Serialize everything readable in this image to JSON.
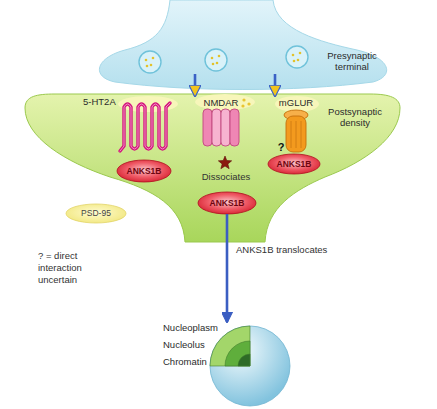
{
  "diagram": {
    "nodes": [
      {
        "text": [
          "Presynaptic terminal"
        ]
      },
      {
        "text": [
          "Postsynaptic density"
        ]
      },
      {
        "text": [
          "5-HT2A"
        ],
        "in": 1
      },
      {
        "text": [
          "NMDAR"
        ],
        "in": 1
      },
      {
        "text": [
          "mGLUR"
        ],
        "in": 1
      },
      {
        "text": [
          "ANKS1B"
        ],
        "in": 1
      },
      {
        "text": [
          "ANKS1B"
        ],
        "in": 1
      },
      {
        "text": [
          "ANKS1B"
        ],
        "in": 1
      },
      {
        "text": [
          "PSD-95"
        ]
      },
      {
        "text": [
          "Nucleoplasm",
          "Nucleolus",
          "Chromatin"
        ]
      }
    ],
    "edges": [
      {
        "from": 0,
        "to": 3,
        "arrow": "to"
      },
      {
        "from": 0,
        "to": 4,
        "arrow": "to"
      },
      {
        "from": 7,
        "to": 9,
        "label": "ANKS1B translocates",
        "arrow": "to"
      }
    ],
    "labels": [
      "Dissociates",
      "?",
      "? = direct interaction uncertain"
    ]
  }
}
